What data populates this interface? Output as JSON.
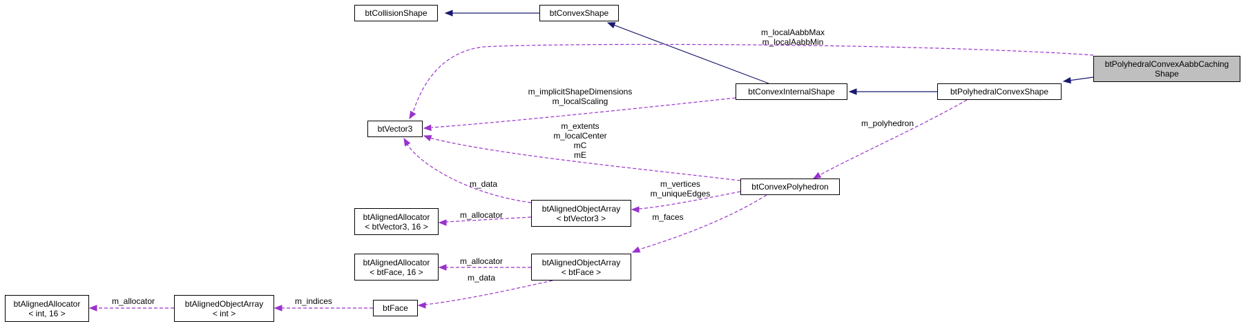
{
  "nodes": {
    "bt_collision_shape": [
      "btCollisionShape"
    ],
    "bt_convex_shape": [
      "btConvexShape"
    ],
    "bt_polyhedral_convex_aabb_caching_shape": [
      "btPolyhedralConvexAabbCaching",
      "Shape"
    ],
    "bt_vector3": [
      "btVector3"
    ],
    "bt_convex_internal_shape": [
      "btConvexInternalShape"
    ],
    "bt_polyhedral_convex_shape": [
      "btPolyhedralConvexShape"
    ],
    "bt_convex_polyhedron": [
      "btConvexPolyhedron"
    ],
    "bt_aligned_allocator_vector3": [
      "btAlignedAllocator",
      "< btVector3, 16 >"
    ],
    "bt_aligned_object_array_vector3": [
      "btAlignedObjectArray",
      "< btVector3 >"
    ],
    "bt_aligned_allocator_face": [
      "btAlignedAllocator",
      "< btFace, 16 >"
    ],
    "bt_aligned_object_array_face": [
      "btAlignedObjectArray",
      "< btFace >"
    ],
    "bt_aligned_allocator_int": [
      "btAlignedAllocator",
      "< int, 16 >"
    ],
    "bt_aligned_object_array_int": [
      "btAlignedObjectArray",
      "< int >"
    ],
    "bt_face": [
      "btFace"
    ]
  },
  "edge_labels": {
    "aabb_members": [
      "m_localAabbMax",
      "m_localAabbMin"
    ],
    "implicit_members": [
      "m_implicitShapeDimensions",
      "m_localScaling"
    ],
    "polyhedron_vector_members": [
      "m_extents",
      "m_localCenter",
      "mC",
      "mE"
    ],
    "polyhedron_member": [
      "m_polyhedron"
    ],
    "array_data_vector3": [
      "m_data"
    ],
    "vertices_members": [
      "m_vertices",
      "m_uniqueEdges"
    ],
    "allocator_vector3": [
      "m_allocator"
    ],
    "faces_member": [
      "m_faces"
    ],
    "allocator_face": [
      "m_allocator"
    ],
    "array_data_face": [
      "m_data"
    ],
    "allocator_int": [
      "m_allocator"
    ],
    "indices_member": [
      "m_indices"
    ]
  },
  "colors": {
    "inheritance": "#191970",
    "usage": "#9a32cd",
    "current_node_fill": "#bfbfbf"
  }
}
